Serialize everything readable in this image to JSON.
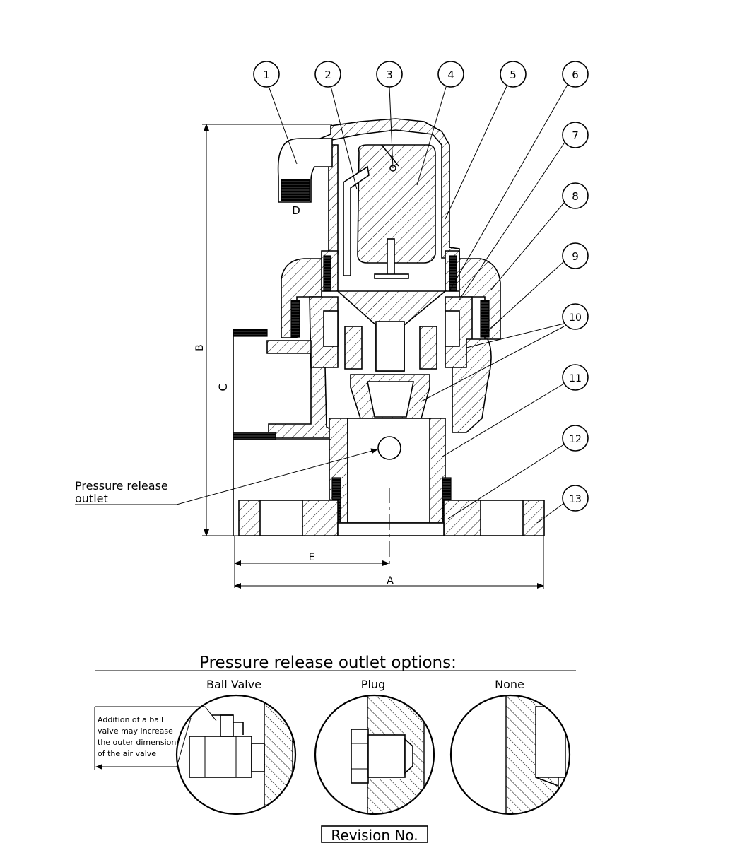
{
  "balloons": [
    {
      "number": "1"
    },
    {
      "number": "2"
    },
    {
      "number": "3"
    },
    {
      "number": "4"
    },
    {
      "number": "5"
    },
    {
      "number": "6"
    },
    {
      "number": "7"
    },
    {
      "number": "8"
    },
    {
      "number": "9"
    },
    {
      "number": "10"
    },
    {
      "number": "11"
    },
    {
      "number": "12"
    },
    {
      "number": "13"
    }
  ],
  "dimensions": {
    "a": "A",
    "b": "B",
    "c": "C",
    "d": "D",
    "e": "E"
  },
  "callout": {
    "line1": "Pressure release",
    "line2": "outlet"
  },
  "options": {
    "heading": "Pressure release outlet options:",
    "ball_valve": "Ball Valve",
    "plug": "Plug",
    "none": "None",
    "note_lines": [
      "Addition of a ball",
      "valve may increase",
      "the outer dimension",
      "of the air valve"
    ]
  },
  "revision_label": "Revision No."
}
